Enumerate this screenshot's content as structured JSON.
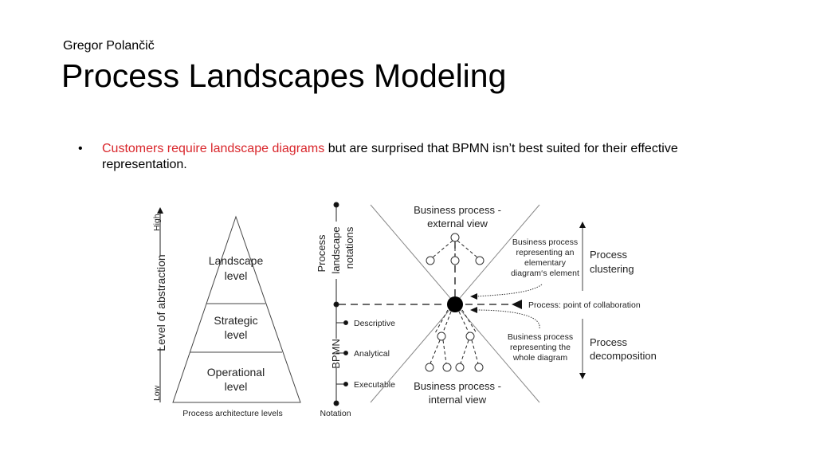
{
  "author": "Gregor Polančič",
  "title": "Process Landscapes Modeling",
  "bullet": {
    "highlight": "Customers require landscape diagrams",
    "rest": " but are surprised that BPMN isn’t best suited for their effective representation.",
    "highlight_color": "#d9262b"
  },
  "pyramid": {
    "axis_label": "Level of abstraction",
    "high": "High",
    "low": "Low",
    "levels": [
      {
        "line1": "Landscape",
        "line2": "level"
      },
      {
        "line1": "Strategic",
        "line2": "level"
      },
      {
        "line1": "Operational",
        "line2": "level"
      }
    ],
    "caption": "Process architecture levels"
  },
  "notation_axis": {
    "top_label": [
      "Process",
      "landscape",
      "notations"
    ],
    "bpmn": "BPMN",
    "items": [
      "Descriptive",
      "Analytical",
      "Executable"
    ],
    "caption": "Notation"
  },
  "views": {
    "external": [
      "Business process -",
      "external view"
    ],
    "internal": [
      "Business process -",
      "internal view"
    ],
    "collaboration": "Process: point of collaboration",
    "elementary": [
      "Business process",
      "representing  an",
      "elementary",
      "diagram‘s element"
    ],
    "whole": [
      "Business process",
      "representing the",
      "whole diagram"
    ],
    "clustering": [
      "Process",
      "clustering"
    ],
    "decomposition": [
      "Process",
      "decomposition"
    ]
  }
}
